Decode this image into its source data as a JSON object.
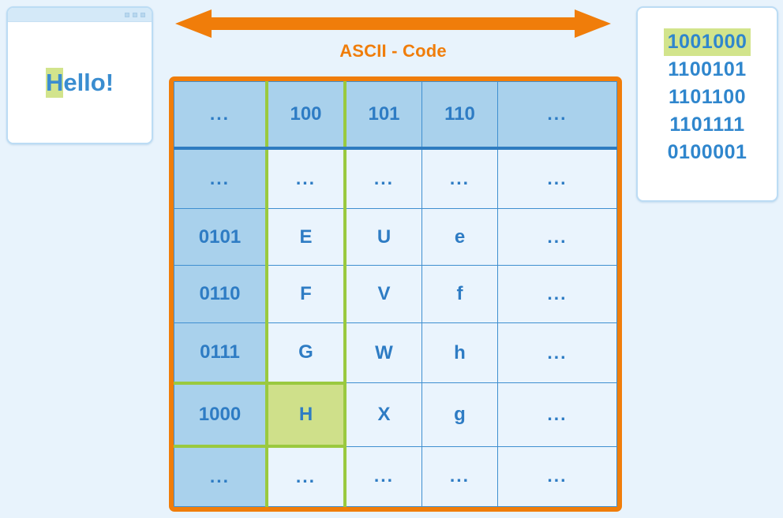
{
  "background_color": "#e8f3fc",
  "accent_colors": {
    "orange": "#f07d0a",
    "blue": "#2e7cc4",
    "blue_header_fill": "#a9d1ec",
    "cell_fill": "#eaf4fd",
    "green_highlight": "#cfe08a",
    "green_line": "#9ac93f"
  },
  "app_window": {
    "name": "hello-window",
    "title_dots": 3,
    "text_prefix": "H",
    "text_rest": "ello!"
  },
  "center": {
    "arrow_name": "double-headed-arrow-icon",
    "title": "ASCII - Code"
  },
  "table": {
    "header": [
      "...",
      "100",
      "101",
      "110",
      "..."
    ],
    "rows": [
      {
        "code": "...",
        "cells": [
          "...",
          "...",
          "...",
          "..."
        ],
        "highlight_index": -1
      },
      {
        "code": "0101",
        "cells": [
          "E",
          "U",
          "e",
          "..."
        ],
        "highlight_index": -1
      },
      {
        "code": "0110",
        "cells": [
          "F",
          "V",
          "f",
          "..."
        ],
        "highlight_index": -1
      },
      {
        "code": "0111",
        "cells": [
          "G",
          "W",
          "h",
          "..."
        ],
        "highlight_index": -1
      },
      {
        "code": "1000",
        "cells": [
          "H",
          "X",
          "g",
          "..."
        ],
        "highlight_index": 0
      },
      {
        "code": "...",
        "cells": [
          "...",
          "...",
          "...",
          "..."
        ],
        "highlight_index": -1
      }
    ]
  },
  "binary_panel": {
    "lines": [
      {
        "value": "1001000",
        "highlighted": true
      },
      {
        "value": "1100101",
        "highlighted": false
      },
      {
        "value": "1101100",
        "highlighted": false
      },
      {
        "value": "1101111",
        "highlighted": false
      },
      {
        "value": "0100001",
        "highlighted": false
      }
    ]
  }
}
